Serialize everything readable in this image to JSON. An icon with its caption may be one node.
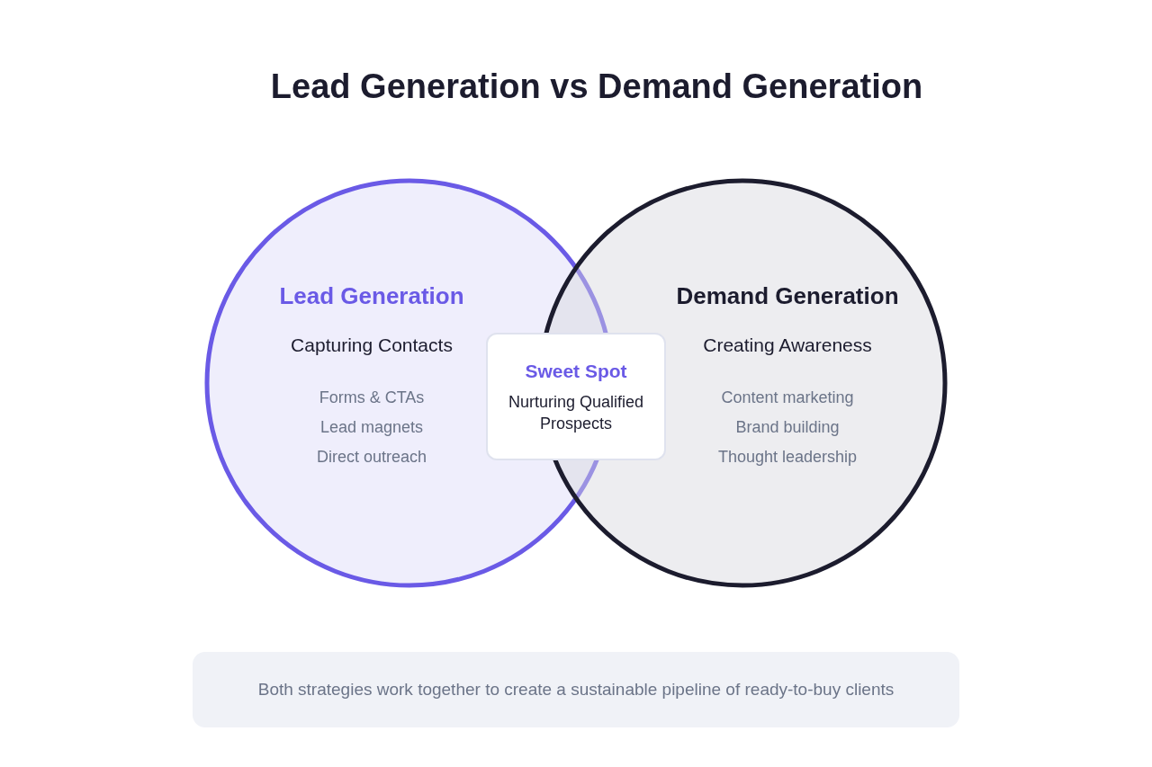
{
  "diagram": {
    "title": "Lead Generation vs Demand Generation",
    "nodes": [
      {
        "text": [
          "Lead Generation",
          "Capturing Contacts",
          "Forms & CTAs",
          "Lead magnets",
          "Direct outreach"
        ]
      },
      {
        "text": [
          "Demand Generation",
          "Creating Awareness",
          "Content marketing",
          "Brand building",
          "Thought leadership"
        ]
      },
      {
        "text": [
          "Sweet Spot",
          "Nurturing Qualified Prospects"
        ]
      },
      {
        "text": [
          "Both strategies work together to create a sustainable pipeline of ready-to-buy clients"
        ]
      }
    ],
    "edges": []
  }
}
